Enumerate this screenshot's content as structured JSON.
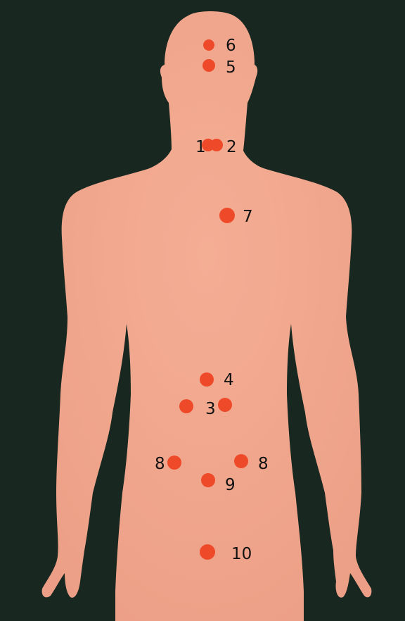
{
  "colors": {
    "background": "#182720",
    "body": "#F1A88E",
    "body_shade": "#E79A82",
    "point": "#EE4A2A",
    "label": "#121212"
  },
  "points": [
    {
      "id": "6",
      "label": "6"
    },
    {
      "id": "5",
      "label": "5"
    },
    {
      "id": "1",
      "label": "1"
    },
    {
      "id": "2",
      "label": "2"
    },
    {
      "id": "7",
      "label": "7"
    },
    {
      "id": "4",
      "label": "4"
    },
    {
      "id": "3",
      "label": "3"
    },
    {
      "id": "8",
      "label": "8"
    },
    {
      "id": "9",
      "label": "9"
    },
    {
      "id": "10",
      "label": "10"
    }
  ]
}
